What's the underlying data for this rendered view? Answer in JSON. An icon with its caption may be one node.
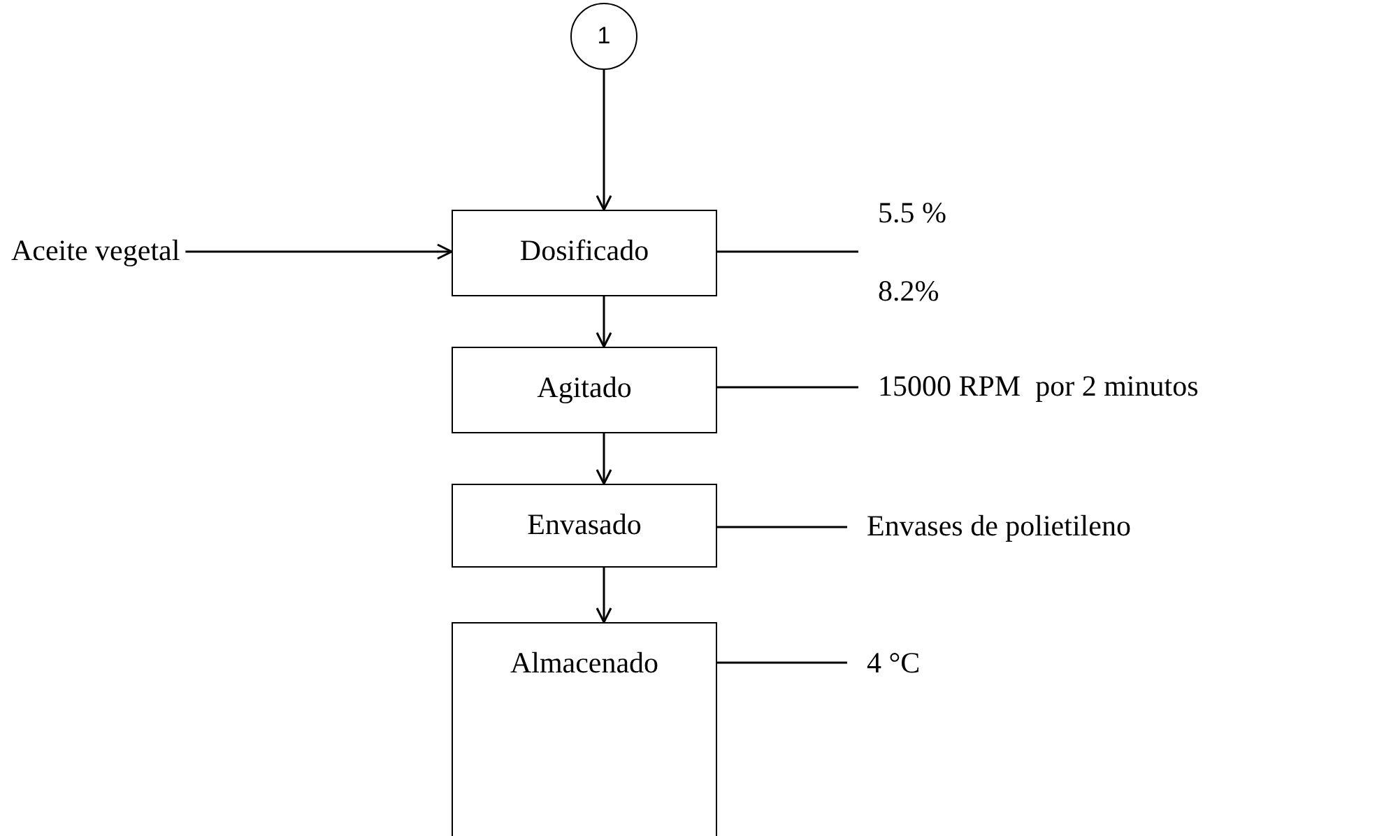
{
  "diagram": {
    "nodes": [
      {
        "text": [
          "1"
        ]
      },
      {
        "text": [
          "Dosificado"
        ]
      },
      {
        "text": [
          "Agitado"
        ]
      },
      {
        "text": [
          "Envasado"
        ]
      },
      {
        "text": [
          "Almacenado"
        ]
      },
      {
        "text": [
          "Aceite vegetal"
        ]
      },
      {
        "text": [
          "5.5 %",
          "8.2%"
        ]
      },
      {
        "text": [
          "15000 RPM  por 2 minutos"
        ]
      },
      {
        "text": [
          "Envases de polietileno"
        ]
      },
      {
        "text": [
          "4 °C"
        ]
      }
    ],
    "edges": [
      {
        "from": 0,
        "to": 1,
        "arrow": "to"
      },
      {
        "from": 5,
        "to": 1,
        "arrow": "to"
      },
      {
        "from": 1,
        "to": 2,
        "arrow": "to"
      },
      {
        "from": 2,
        "to": 3,
        "arrow": "to"
      },
      {
        "from": 3,
        "to": 4,
        "arrow": "to"
      },
      {
        "from": 1,
        "to": 6,
        "arrow": "none"
      },
      {
        "from": 2,
        "to": 7,
        "arrow": "none"
      },
      {
        "from": 3,
        "to": 8,
        "arrow": "none"
      },
      {
        "from": 4,
        "to": 9,
        "arrow": "none"
      }
    ]
  }
}
